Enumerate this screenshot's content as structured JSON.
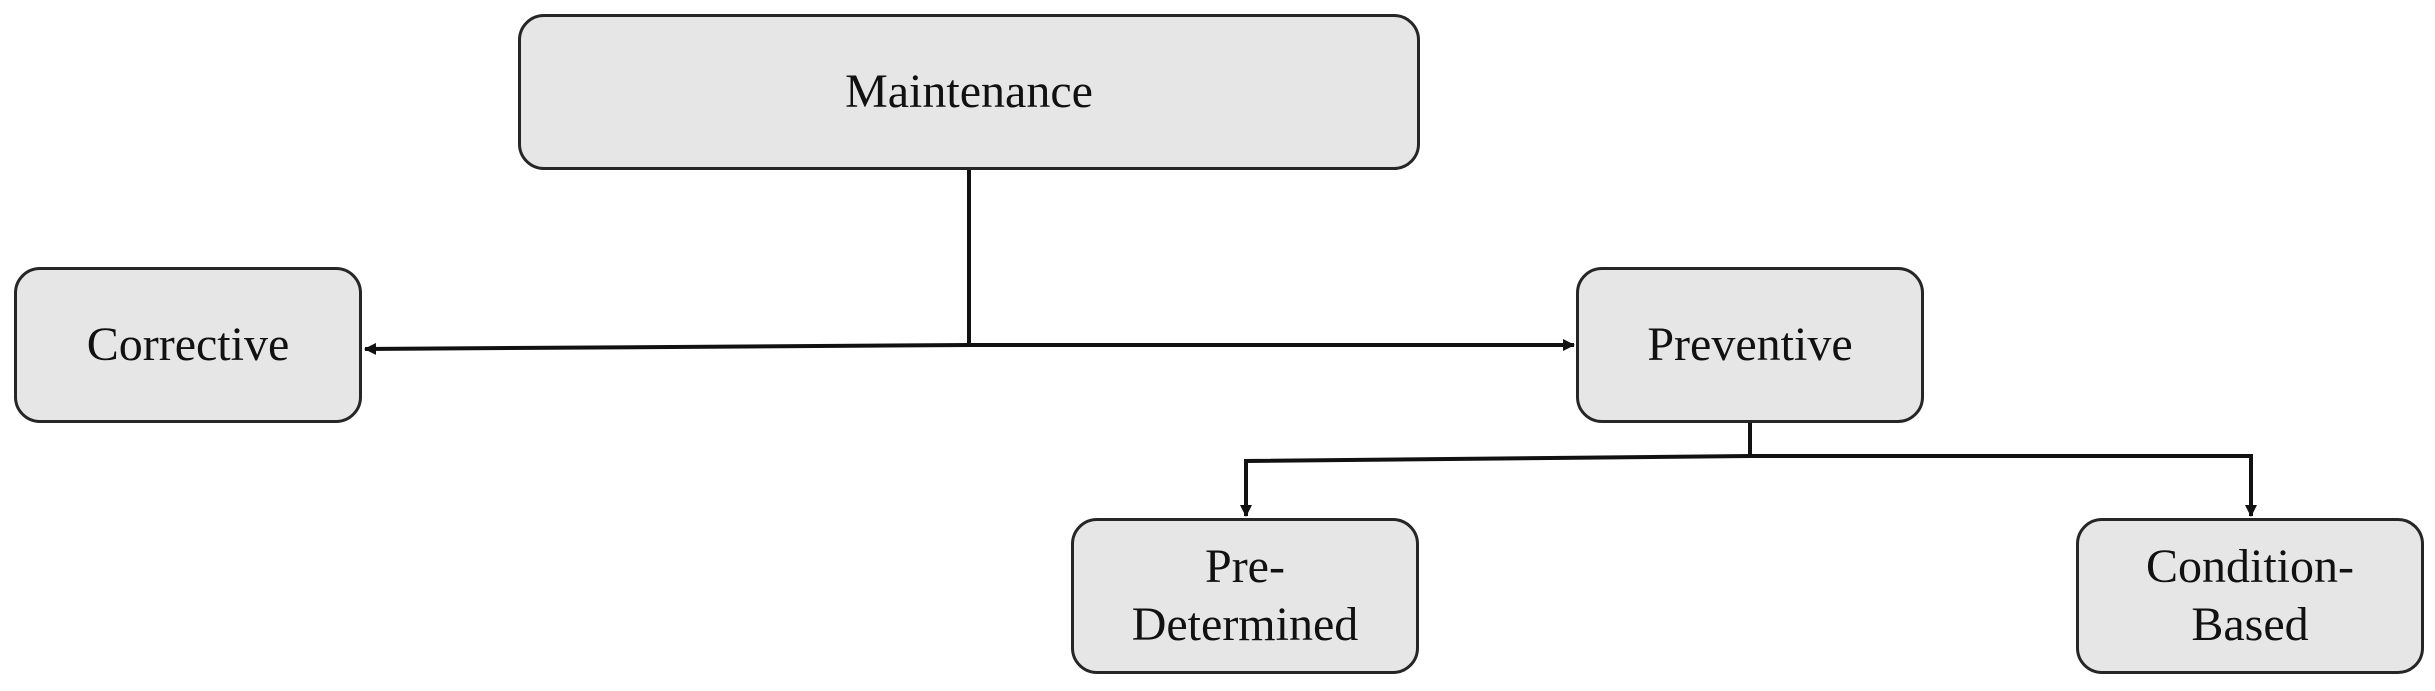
{
  "diagram": {
    "type": "hierarchy",
    "nodes": {
      "maintenance": {
        "label": "Maintenance"
      },
      "corrective": {
        "label": "Corrective"
      },
      "preventive": {
        "label": "Preventive"
      },
      "predetermined": {
        "line1": "Pre-",
        "line2": "Determined"
      },
      "condition_based": {
        "line1": "Condition-",
        "line2": "Based"
      }
    },
    "edges": [
      {
        "from": "maintenance",
        "to": "corrective"
      },
      {
        "from": "maintenance",
        "to": "preventive"
      },
      {
        "from": "preventive",
        "to": "predetermined"
      },
      {
        "from": "preventive",
        "to": "condition_based"
      }
    ],
    "colors": {
      "node_fill": "#e6e6e6",
      "node_border": "#262626",
      "connector": "#111111",
      "text": "#111111"
    }
  }
}
